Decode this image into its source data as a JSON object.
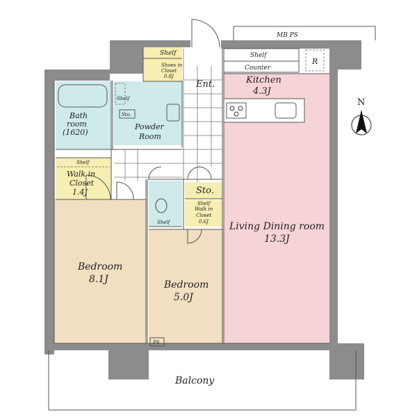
{
  "labels": {
    "mbps": "MB PS",
    "shelf_top_left": "Shelf",
    "shoes_closet": [
      "Shoes in",
      "Closet",
      "0.8J"
    ],
    "entrance": "Ent.",
    "shelf_kitchen": "Shelf",
    "counter": "Counter",
    "refrigerator": "R",
    "kitchen": [
      "Kitchen",
      "4.3J"
    ],
    "north": "N",
    "bath": [
      "Bath",
      "room",
      "(1620)"
    ],
    "shelf_small": "Shelf",
    "sto_small": "Sto.",
    "powder": [
      "Powder",
      "Room"
    ],
    "wic_left_shelf": "Shelf",
    "wic_left": [
      "Walk in",
      "Closet",
      "1.4J"
    ],
    "sto": "Sto.",
    "wic_right_shelf": "Shelf",
    "wic_right": [
      "Walk in",
      "Closet",
      "0.6J"
    ],
    "shelf_toilet": "Shelf",
    "ldk": [
      "Living Dining room",
      "13.3J"
    ],
    "bedroom1": [
      "Bedroom",
      "8.1J"
    ],
    "bedroom2": [
      "Bedroom",
      "5.0J"
    ],
    "ps": "PS",
    "balcony": "Balcony"
  },
  "colors": {
    "ldk": "#f6d3d6",
    "bedroom": "#f2dfc1",
    "closet": "#f6eeb2",
    "wet": "#cfeaea",
    "wall": "#8c8c8c"
  }
}
